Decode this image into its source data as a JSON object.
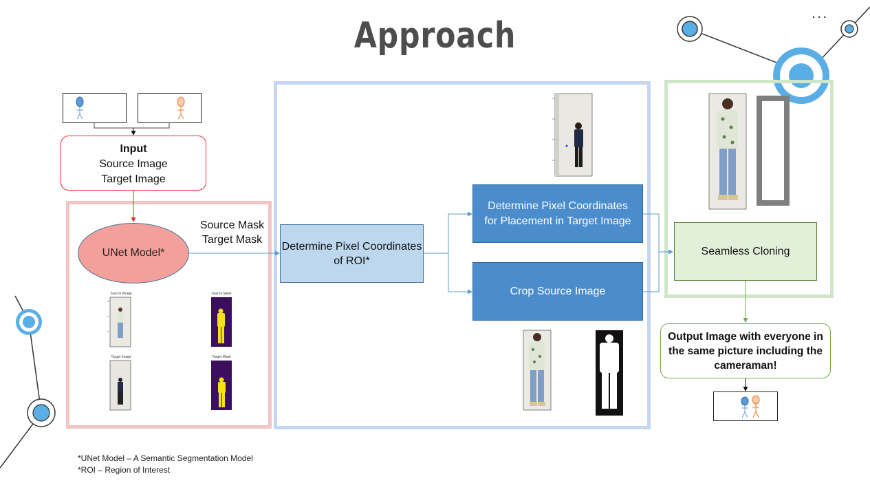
{
  "title": "Approach",
  "menu_glyph": "...",
  "input_box": {
    "heading": "Input",
    "line1": "Source Image",
    "line2": "Target Image"
  },
  "unet_label": "UNet Model*",
  "mask_labels": {
    "line1": "Source Mask",
    "line2": "Target Mask"
  },
  "roi_box": "Determine Pixel Coordinates of ROI*",
  "placement_box": "Determine Pixel Coordinates for Placement in Target Image",
  "crop_box": "Crop Source Image",
  "clone_box": "Seamless Cloning",
  "output_box": "Output Image with everyone in the same picture including the cameraman!",
  "mini_plots": {
    "source_image": "Source Image",
    "source_mask": "Source Mask",
    "target_image": "Target Image",
    "target_mask": "Target Mask"
  },
  "footnotes": [
    "*UNet Model – A Semantic Segmentation Model",
    "*ROI – Region of Interest"
  ],
  "colors": {
    "title": "#4d4d4d",
    "accent_blue": "#4a8ccc",
    "light_blue": "#bdd7ee",
    "red": "#e03030",
    "unet_fill": "#f4a09a",
    "green": "#70ad47",
    "mask_purple": "#3b0f5e",
    "mask_yellow": "#f5e11a"
  }
}
